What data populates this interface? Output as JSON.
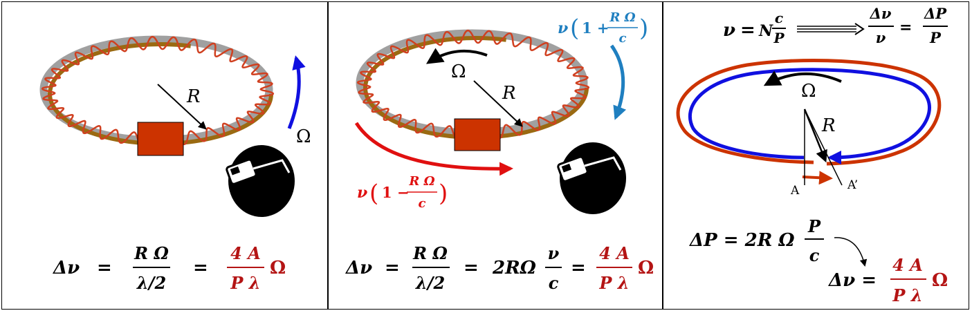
{
  "colors": {
    "red": "#c8102e",
    "dark_red": "#b41414",
    "blue": "#1f5fbf",
    "ring_outer_red": "#cc3300",
    "ring_inner_blue": "#1010e0",
    "wave": "#d04020",
    "mirror_gray": "#a0a0a0",
    "mirror_brown": "#9a6a12",
    "laser_box": "#cc3300"
  },
  "symbols": {
    "omega": "Ω",
    "radius": "R",
    "nu": "ν",
    "equals": "=",
    "open_paren": "(",
    "close_paren": ")"
  },
  "panel1": {
    "eq": {
      "lhs": "Δν",
      "f1_num": "R Ω",
      "f1_den": "λ/2",
      "f2_num": "4 A",
      "f2_den": "P λ",
      "omega": "Ω"
    }
  },
  "panel2": {
    "top_label": {
      "nu": "ν",
      "one_plus": "1 +",
      "num": "R Ω",
      "den": "c"
    },
    "bottom_label": {
      "nu": "ν",
      "one_minus": "1 −",
      "num": "R Ω",
      "den": "c"
    },
    "eq": {
      "lhs": "Δν",
      "f1_num": "R Ω",
      "f1_den": "λ/2",
      "mid": "2RΩ",
      "f2_num": "ν",
      "f2_den": "c",
      "f3_num": "4 A",
      "f3_den": "P λ",
      "omega": "Ω"
    }
  },
  "panel3": {
    "top_eq": {
      "nu": "ν",
      "eq": "=",
      "N": "N",
      "c": "c",
      "P": "P",
      "dnu": "Δν",
      "nu2": "ν",
      "dP": "ΔP",
      "P2": "P"
    },
    "point_a": "A",
    "point_a_prime": "A’",
    "dP_eq": {
      "lhs": "ΔP = 2R Ω",
      "num": "P",
      "den": "c"
    },
    "final_eq": {
      "lhs": "Δν =",
      "num": "4 A",
      "den": "P λ",
      "omega": "Ω"
    }
  }
}
